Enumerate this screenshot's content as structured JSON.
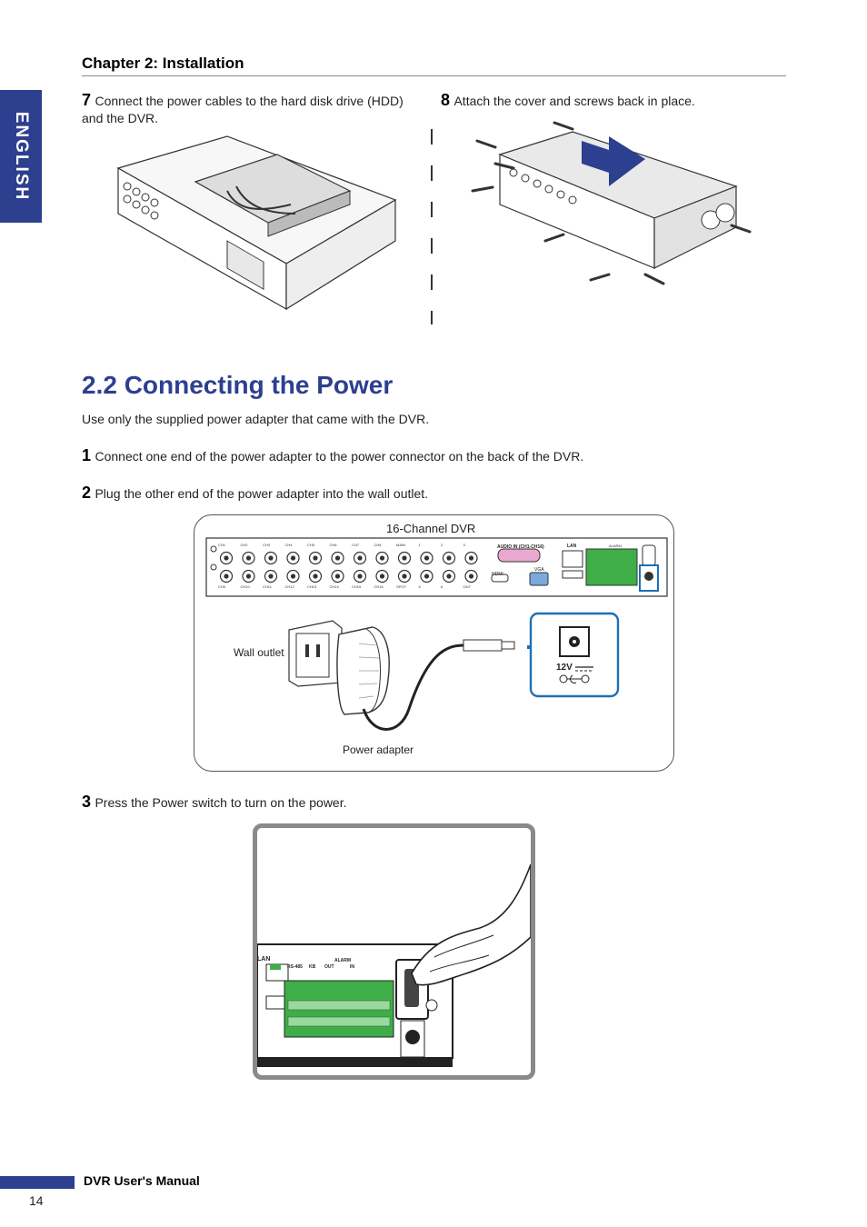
{
  "side_tab": {
    "label": "ENGLISH"
  },
  "header": {
    "chapter": "Chapter 2: Installation"
  },
  "steps_top": [
    {
      "num": "7",
      "text": "Connect the power cables to the hard disk drive (HDD) and the DVR."
    },
    {
      "num": "8",
      "text": "Attach the cover and screws back in place."
    }
  ],
  "section": {
    "title": "2.2 Connecting the Power",
    "intro": "Use only the supplied power adapter that came with the DVR."
  },
  "steps": [
    {
      "num": "1",
      "text": "Connect one end of the power adapter to the power connector on the back of the DVR."
    },
    {
      "num": "2",
      "text": "Plug the other end of the power adapter into the wall outlet."
    },
    {
      "num": "3",
      "text": "Press the Power switch to turn on the power."
    }
  ],
  "diagram": {
    "dvr_label": "16-Channel DVR",
    "wall_outlet_label": "Wall outlet",
    "adapter_label": "Power adapter",
    "voltage_label": "12V",
    "panel": {
      "top_channels": [
        "CH1",
        "CH2",
        "CH3",
        "CH4",
        "CH5",
        "CH6",
        "CH7",
        "CH8",
        "MAIN",
        "1",
        "2",
        "3"
      ],
      "bottom_channels": [
        "CH9",
        "CH10",
        "CH11",
        "CH12",
        "CH13",
        "CH14",
        "CH15",
        "CH16",
        "SPOT",
        "5",
        "6",
        "OUT"
      ],
      "audio_label": "AUDIO IN (CH1-CH16)",
      "hdmi_label": "HDMI",
      "vga_label": "VGA",
      "lan_label": "LAN",
      "alarm_label": "ALARM"
    }
  },
  "photo": {
    "lan_label": "LAN",
    "rs485_label": "RS-485",
    "kb_label": "KB",
    "out_label": "OUT",
    "in_label": "IN",
    "alarm_label": "ALARM"
  },
  "footer": {
    "title": "DVR User's Manual",
    "page": "14"
  },
  "colors": {
    "brand_blue": "#2d3f8f",
    "highlight_blue": "#1f6fb5",
    "terminal_green": "#3fae49"
  }
}
